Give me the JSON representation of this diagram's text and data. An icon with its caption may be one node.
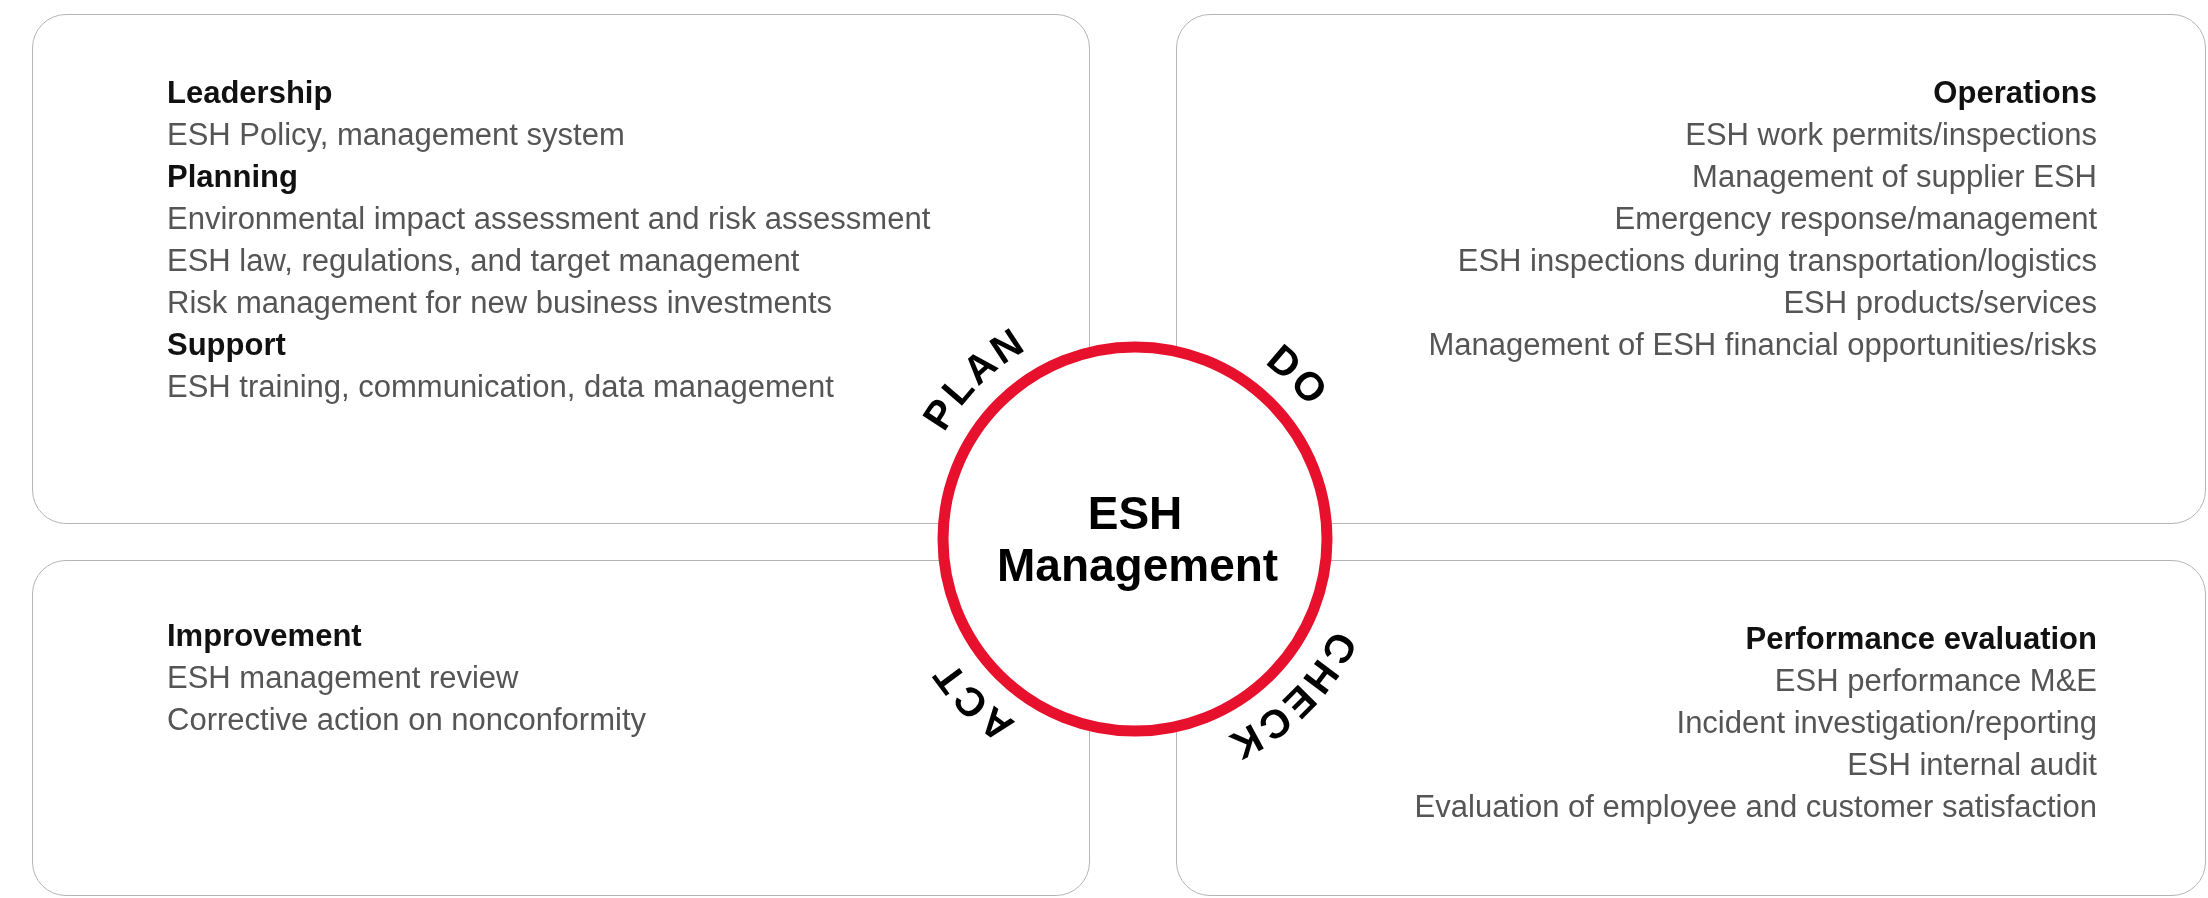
{
  "diagram": {
    "nodes": [
      {
        "text": [
          "Leadership",
          "ESH Policy, management system",
          "Planning",
          "Environmental impact assessment and risk assessment",
          "ESH law, regulations, and target management",
          "Risk management for new business investments",
          "Support",
          "ESH training, communication, data management"
        ]
      },
      {
        "text": [
          "Operations",
          "ESH work permits/inspections",
          "Management of supplier ESH",
          "Emergency response/management",
          "ESH inspections during transportation/logistics",
          "ESH products/services",
          "Management of ESH financial opportunities/risks"
        ]
      },
      {
        "text": [
          "ESH Management"
        ],
        "beside": [
          "PLAN",
          "DO",
          "CHECK",
          "ACT"
        ]
      },
      {
        "text": [
          "Improvement",
          "ESH management review",
          "Corrective action on nonconformity"
        ]
      },
      {
        "text": [
          "Performance evaluation",
          "ESH performance M&E",
          "Incident investigation/reporting",
          "ESH internal audit",
          "Evaluation of employee and customer satisfaction"
        ]
      }
    ]
  }
}
